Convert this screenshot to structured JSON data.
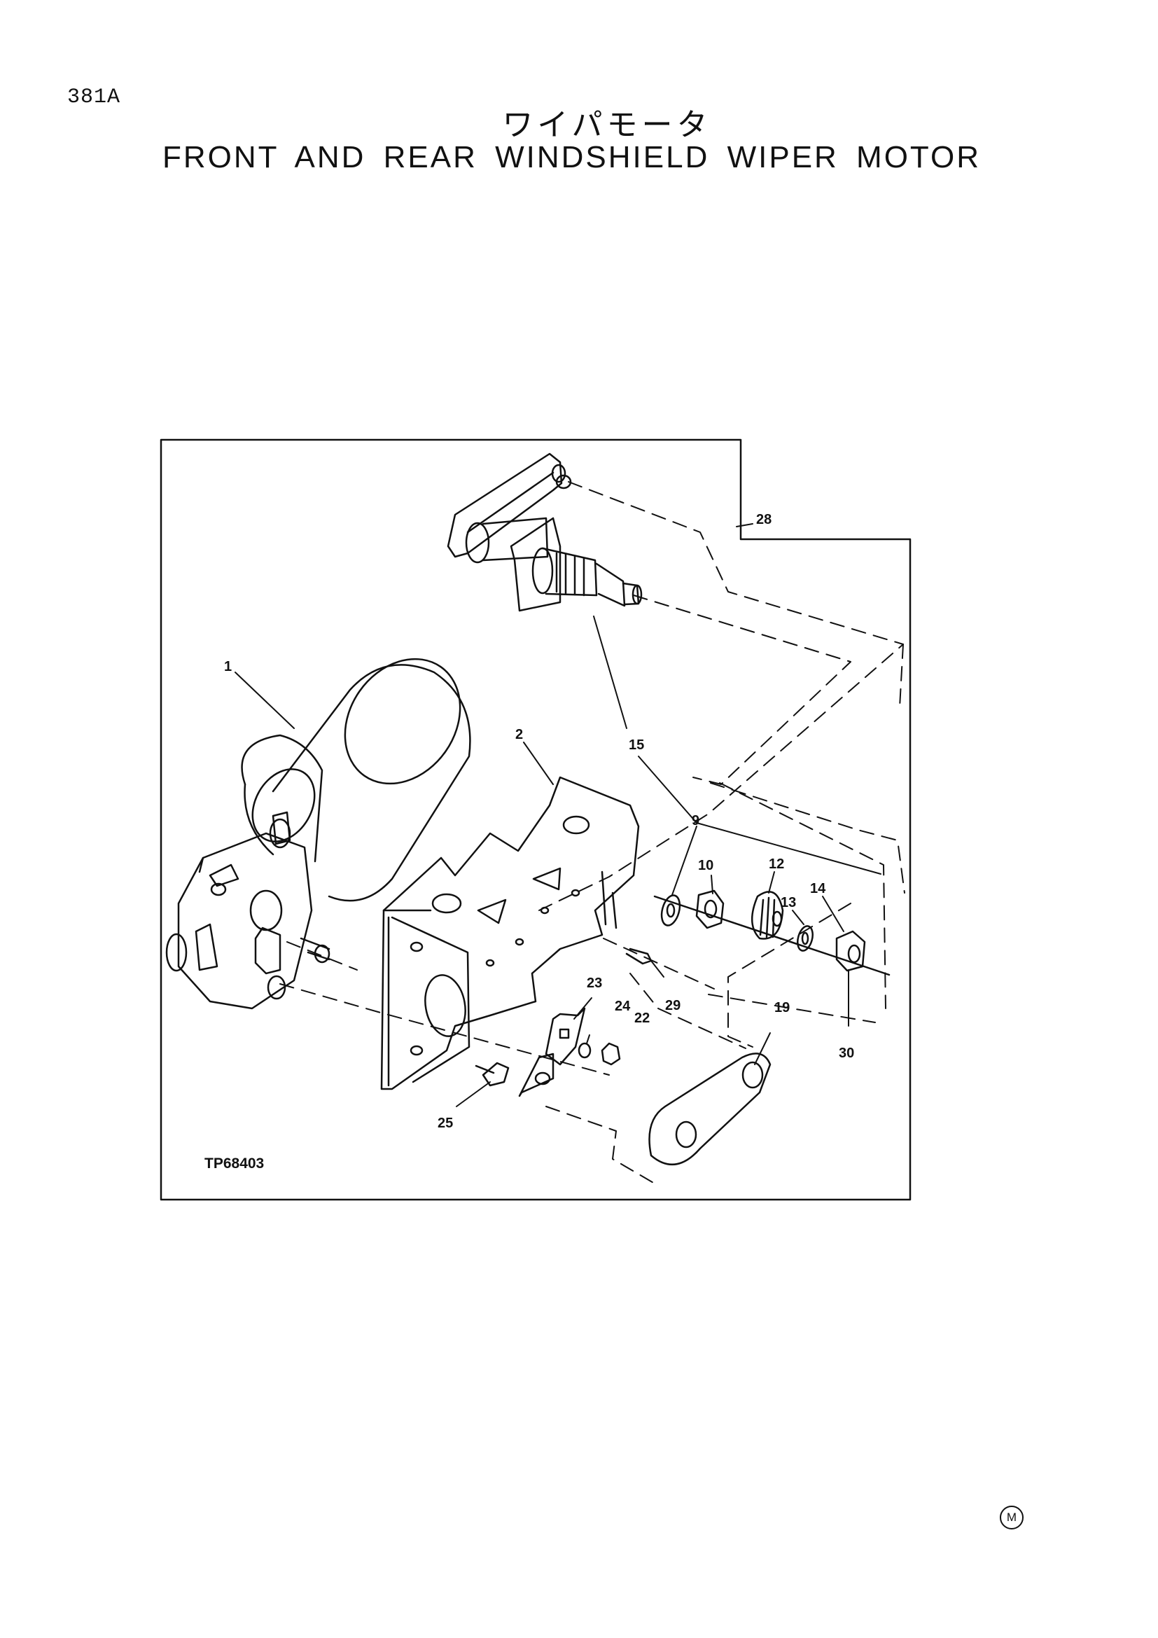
{
  "header": {
    "page_code": "381A",
    "title_japanese": "ワイパモータ",
    "title_english": "FRONT AND REAR WINDSHIELD WIPER MOTOR"
  },
  "diagram": {
    "figure_id": "TP68403",
    "callouts": [
      "1",
      "2",
      "9",
      "10",
      "12",
      "13",
      "14",
      "15",
      "19",
      "22",
      "23",
      "24",
      "25",
      "28",
      "29",
      "30"
    ]
  },
  "footer": {
    "mark": "M"
  }
}
